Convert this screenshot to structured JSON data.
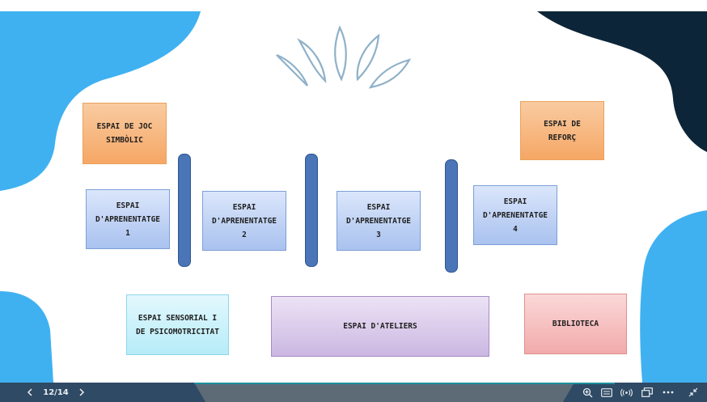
{
  "slide": {
    "boxes": {
      "joc_simbolic": "ESPAI DE JOC\nSIMBÒLIC",
      "reforc": "ESPAI DE\nREFORÇ",
      "aprenentatge_1": "ESPAI\nD'APRENENTATGE\n1",
      "aprenentatge_2": "ESPAI\nD'APRENENTATGE\n2",
      "aprenentatge_3": "ESPAI\nD'APRENENTATGE\n3",
      "aprenentatge_4": "ESPAI\nD'APRENENTATGE\n4",
      "sensorial": "ESPAI SENSORIAL I\nDE PSICOMOTRICITAT",
      "ateliers": "ESPAI D'ATELIERS",
      "biblioteca": "BIBLIOTECA"
    },
    "colors": {
      "light_blue_blob": "#3fb1f1",
      "dark_navy_blob": "#0d2538",
      "pillar": "#4a76b8",
      "doodle": "#8fb1c9"
    }
  },
  "toolbar": {
    "page_indicator": "12/14",
    "icons": [
      "chevron-left-icon",
      "chevron-right-icon",
      "zoom-in-icon",
      "keyboard-icon",
      "broadcast-icon",
      "window-icon",
      "more-icon",
      "collapse-icon"
    ]
  }
}
